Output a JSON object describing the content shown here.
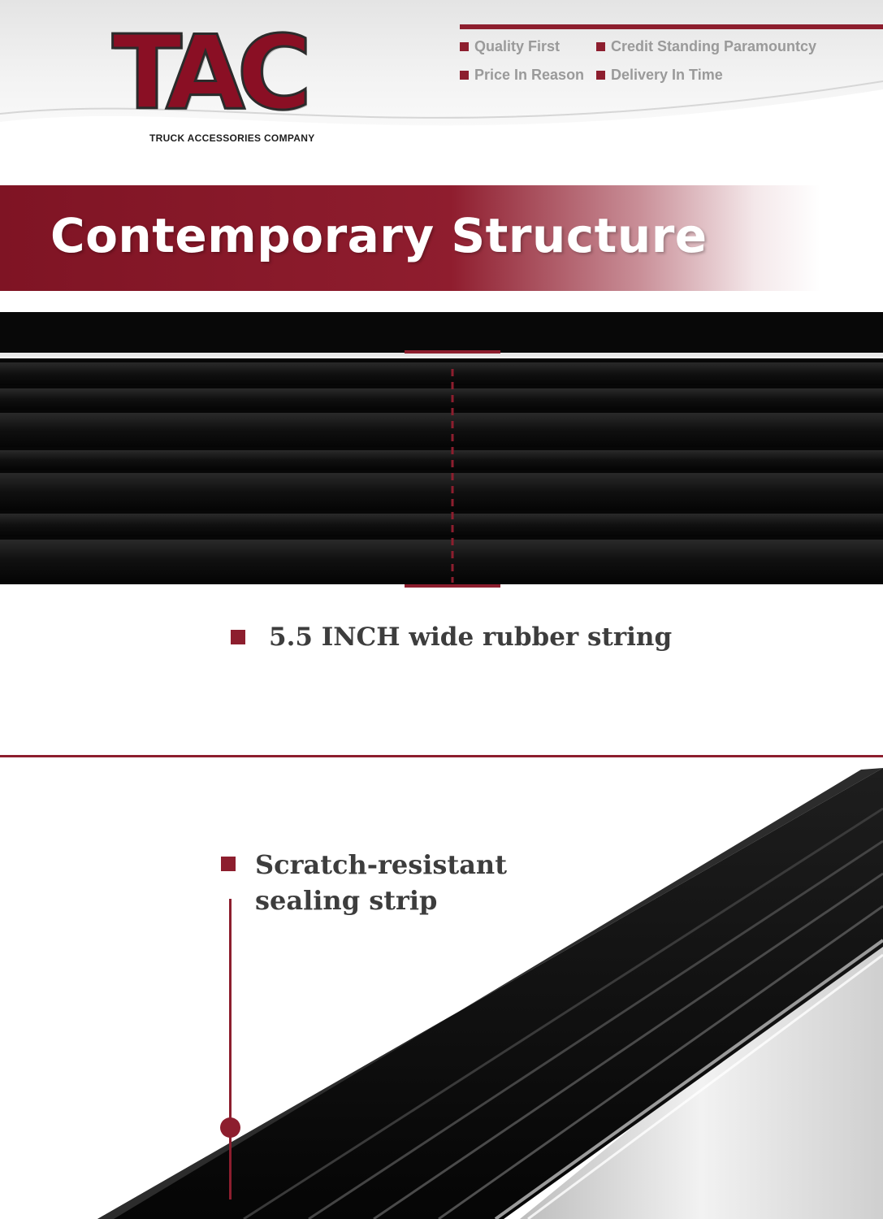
{
  "brand": {
    "logo_text": "TAC",
    "logo_subtitle": "TRUCK ACCESSORIES COMPANY",
    "accent_color": "#8d1e2e"
  },
  "taglines": [
    {
      "label": "Quality First"
    },
    {
      "label": "Credit Standing Paramountcy"
    },
    {
      "label": "Price In Reason"
    },
    {
      "label": "Delivery In Time"
    }
  ],
  "banner": {
    "title": "Contemporary Structure"
  },
  "feature_1": {
    "caption": "5.5 INCH wide rubber string",
    "icon": "square-bullet-icon"
  },
  "feature_2": {
    "caption_line1": "Scratch-resistant",
    "caption_line2": "sealing strip",
    "icon": "square-bullet-icon"
  }
}
